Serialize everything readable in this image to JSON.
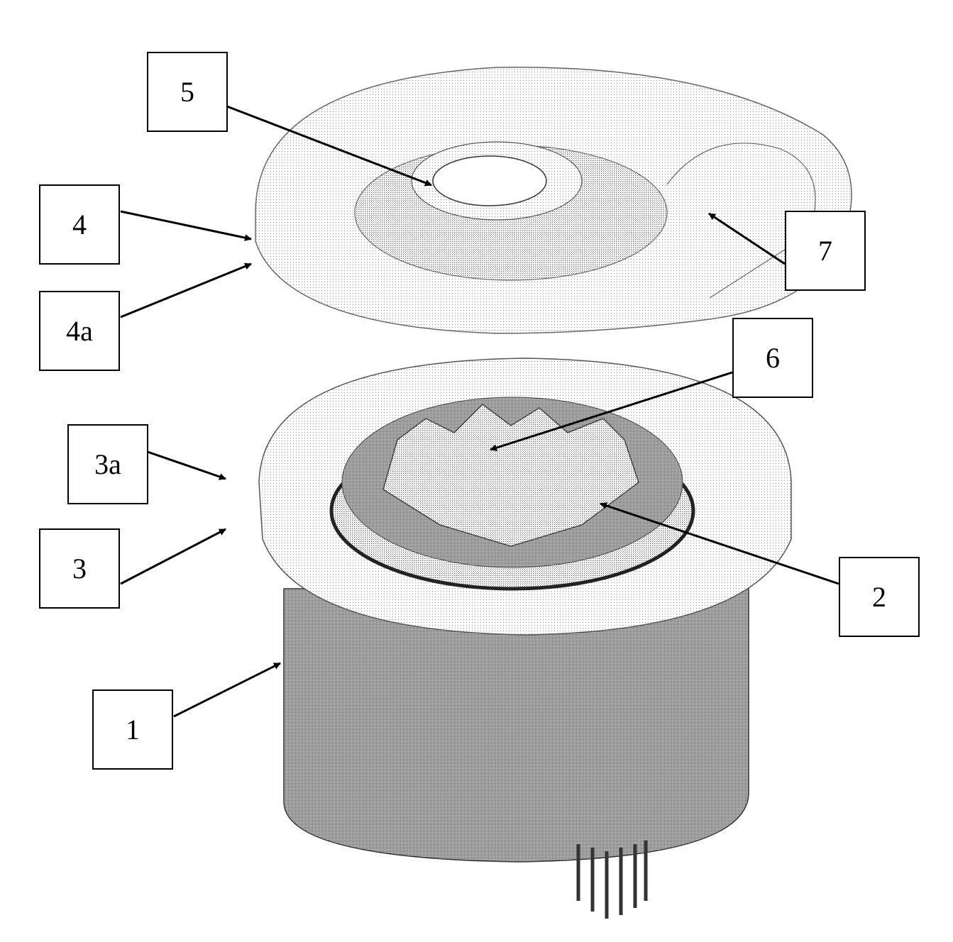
{
  "figure": {
    "labels": [
      {
        "id": "5",
        "text": "5"
      },
      {
        "id": "4",
        "text": "4"
      },
      {
        "id": "4a",
        "text": "4a"
      },
      {
        "id": "7",
        "text": "7"
      },
      {
        "id": "6",
        "text": "6"
      },
      {
        "id": "3a",
        "text": "3a"
      },
      {
        "id": "3",
        "text": "3"
      },
      {
        "id": "2",
        "text": "2"
      },
      {
        "id": "1",
        "text": "1"
      }
    ]
  }
}
